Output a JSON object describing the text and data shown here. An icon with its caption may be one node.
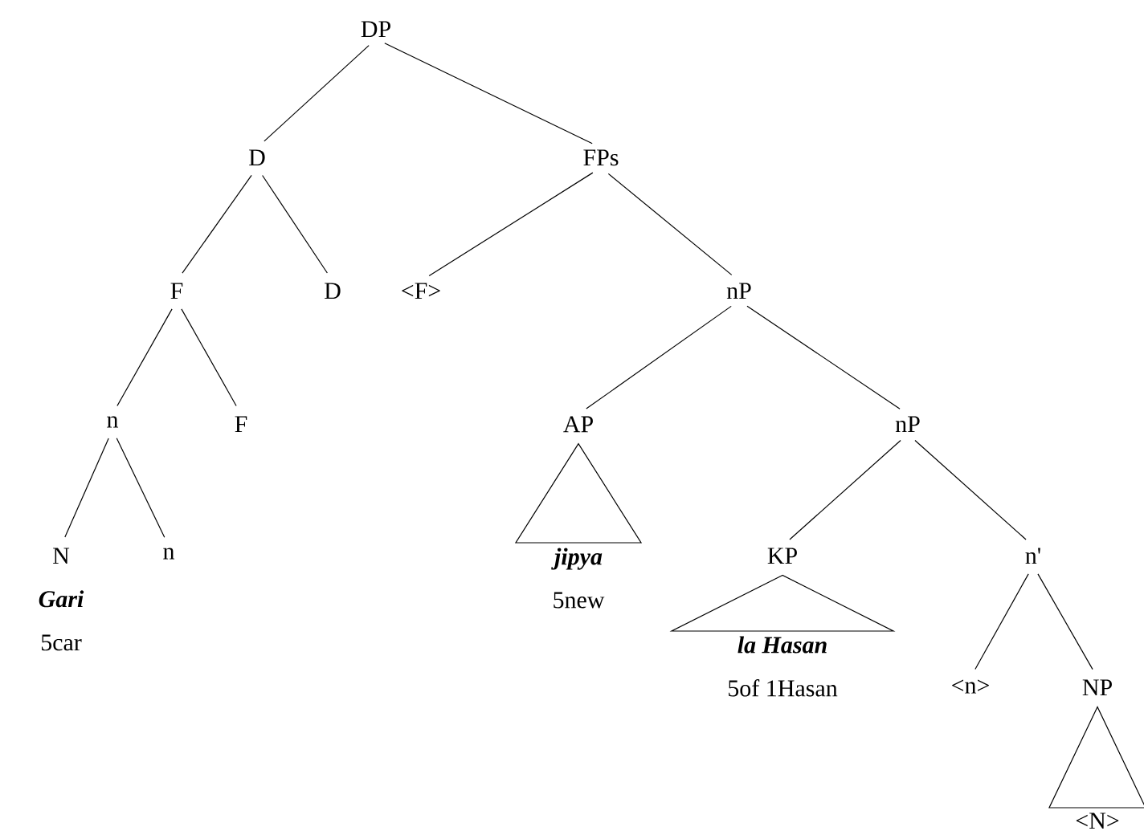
{
  "diagram": {
    "nodes": [
      {
        "text": [
          "DP"
        ]
      },
      {
        "text": [
          "D"
        ]
      },
      {
        "text": [
          "FPs"
        ]
      },
      {
        "text": [
          "F"
        ]
      },
      {
        "text": [
          "D"
        ]
      },
      {
        "text": [
          "<F>"
        ]
      },
      {
        "text": [
          "nP"
        ]
      },
      {
        "text": [
          "n"
        ]
      },
      {
        "text": [
          "F"
        ]
      },
      {
        "text": [
          "AP"
        ]
      },
      {
        "text": [
          "nP"
        ]
      },
      {
        "text": [
          "N",
          "Gari",
          "5car"
        ]
      },
      {
        "text": [
          "n"
        ]
      },
      {
        "text": [
          "jipya",
          "5new"
        ]
      },
      {
        "text": [
          "KP"
        ]
      },
      {
        "text": [
          "n'"
        ]
      },
      {
        "text": [
          "la Hasan",
          "5of 1Hasan"
        ]
      },
      {
        "text": [
          "<n>"
        ]
      },
      {
        "text": [
          "NP"
        ]
      },
      {
        "text": [
          "<N>"
        ]
      }
    ],
    "edges": [
      {
        "from": 0,
        "to": 1,
        "arrow": "none"
      },
      {
        "from": 0,
        "to": 2,
        "arrow": "none"
      },
      {
        "from": 1,
        "to": 3,
        "arrow": "none"
      },
      {
        "from": 1,
        "to": 4,
        "arrow": "none"
      },
      {
        "from": 2,
        "to": 5,
        "arrow": "none"
      },
      {
        "from": 2,
        "to": 6,
        "arrow": "none"
      },
      {
        "from": 3,
        "to": 7,
        "arrow": "none"
      },
      {
        "from": 3,
        "to": 8,
        "arrow": "none"
      },
      {
        "from": 6,
        "to": 9,
        "arrow": "none"
      },
      {
        "from": 6,
        "to": 10,
        "arrow": "none"
      },
      {
        "from": 7,
        "to": 11,
        "arrow": "none"
      },
      {
        "from": 7,
        "to": 12,
        "arrow": "none"
      },
      {
        "from": 9,
        "to": 13,
        "arrow": "none"
      },
      {
        "from": 10,
        "to": 14,
        "arrow": "none"
      },
      {
        "from": 10,
        "to": 15,
        "arrow": "none"
      },
      {
        "from": 14,
        "to": 16,
        "arrow": "none"
      },
      {
        "from": 15,
        "to": 17,
        "arrow": "none"
      },
      {
        "from": 15,
        "to": 18,
        "arrow": "none"
      },
      {
        "from": 18,
        "to": 19,
        "arrow": "none"
      }
    ]
  }
}
